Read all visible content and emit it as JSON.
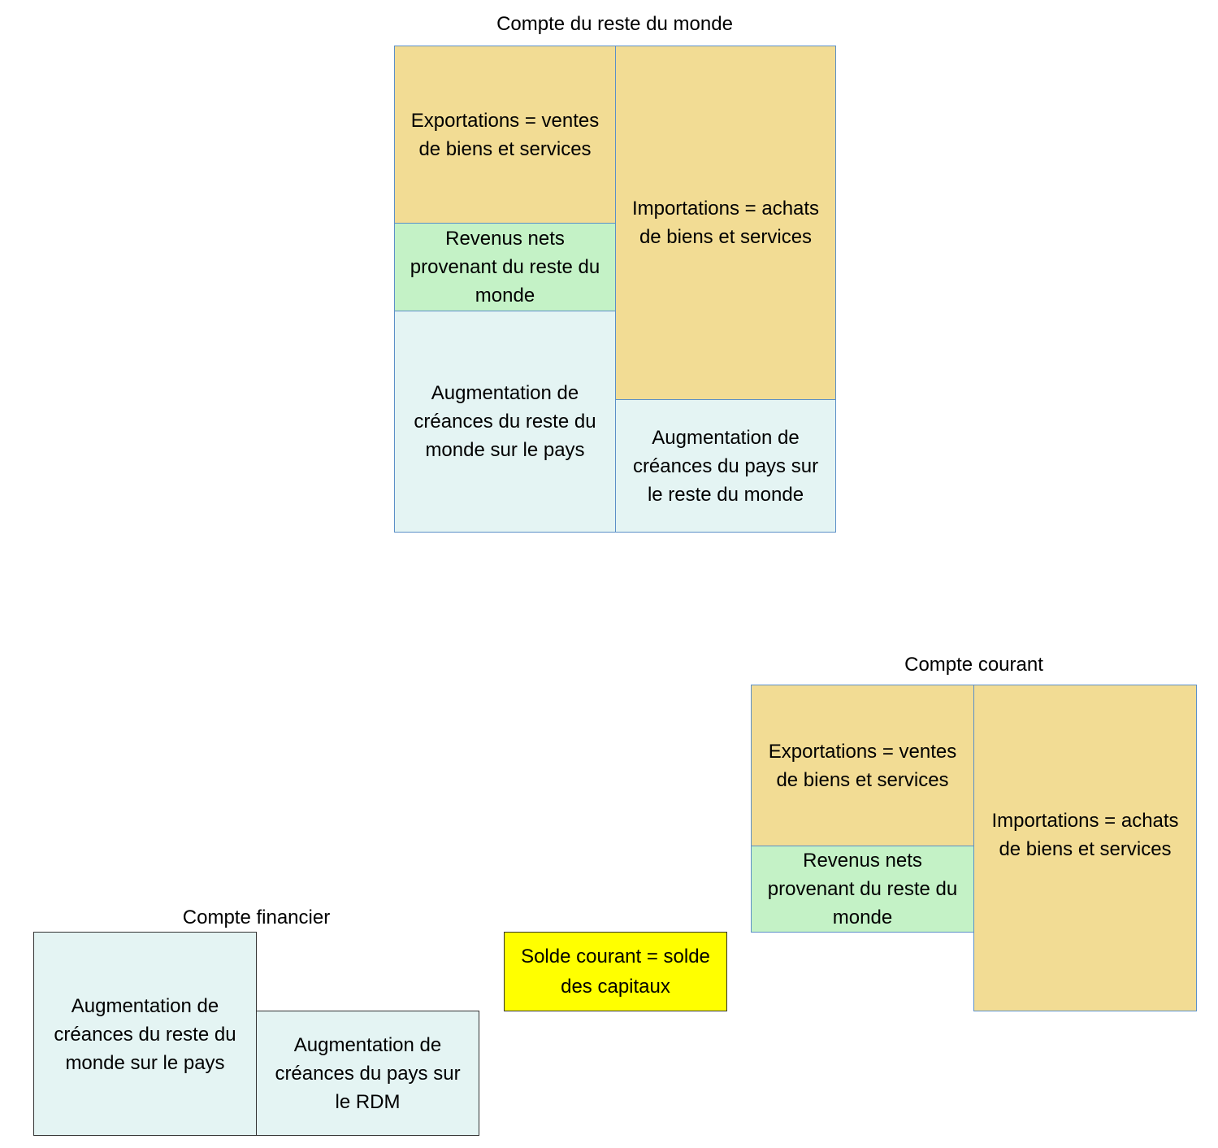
{
  "rdm": {
    "title": "Compte du reste du monde",
    "exports": "Exportations = ventes de biens et services",
    "revenus": "Revenus nets provenant du reste du monde",
    "creances_rdm": "Augmentation de créances du reste du monde sur le pays",
    "imports": "Importations = achats de biens et services",
    "creances_pays": "Augmentation de créances du pays sur le reste du monde"
  },
  "courant": {
    "title": "Compte courant",
    "exports": "Exportations = ventes de biens et services",
    "revenus": "Revenus nets provenant du reste du monde",
    "imports": "Importations = achats de biens et services"
  },
  "financier": {
    "title": "Compte financier",
    "creances_rdm": "Augmentation de créances du reste du monde sur le pays",
    "creances_pays": "Augmentation de créances du pays sur le RDM"
  },
  "solde": {
    "label": "Solde courant = solde des capitaux"
  },
  "colors": {
    "tan": "#f2dc94",
    "green": "#c4f2c6",
    "light_cyan": "#e4f4f3",
    "yellow": "#ffff00",
    "border_blue": "#5b8fc7"
  }
}
